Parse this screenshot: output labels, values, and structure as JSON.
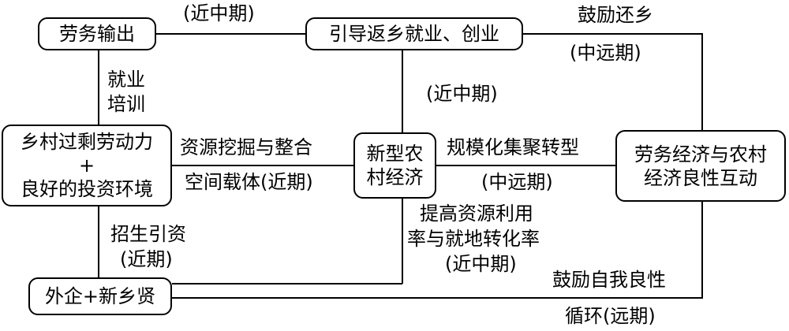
{
  "nodes": {
    "labor_export": "劳务输出",
    "return_home": "引导返乡就业、创业",
    "rural_surplus": [
      "乡村过剩劳动力",
      "+",
      "良好的投资环境"
    ],
    "new_rural_economy": [
      "新型农",
      "村经济"
    ],
    "labor_rural_interaction": [
      "劳务经济与农村",
      "经济良性互动"
    ],
    "foreign_firms": "外企+新乡贤"
  },
  "edges": {
    "export_to_return": "(近中期)",
    "encourage_return": [
      "鼓励还乡",
      "(中远期)"
    ],
    "employment_training": [
      "就业",
      "培训"
    ],
    "return_to_new_economy": "(近中期)",
    "resource_mining": "资源挖掘与整合",
    "space_carrier": "空间载体(近期)",
    "scale_transformation": "规模化集聚转型",
    "mid_long_term": "(中远期)",
    "attract_investment": [
      "招生引资",
      "(近期)"
    ],
    "utilization_rate": [
      "提高资源利用",
      "率与就地转化率",
      "(近中期)"
    ],
    "virtuous_cycle": [
      "鼓励自我良性",
      "循环(远期)"
    ]
  }
}
